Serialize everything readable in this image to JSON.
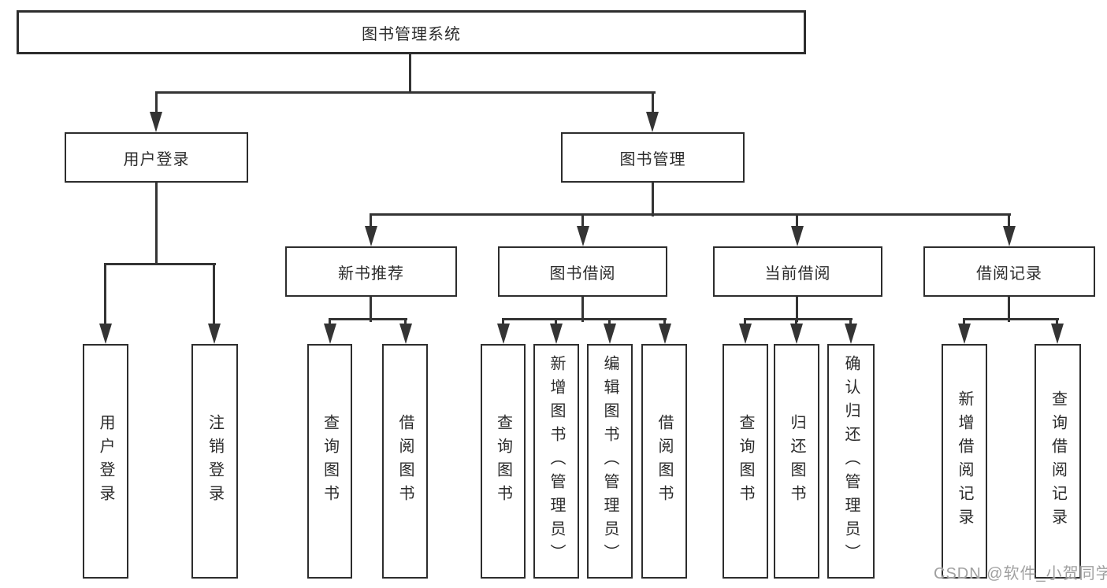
{
  "tree": {
    "root": {
      "label": "图书管理系统"
    },
    "branches": [
      {
        "label": "用户登录",
        "leaves": [
          "用户登录",
          "注销登录"
        ]
      },
      {
        "label": "图书管理",
        "groups": [
          {
            "label": "新书推荐",
            "leaves": [
              "查询图书",
              "借阅图书"
            ]
          },
          {
            "label": "图书借阅",
            "leaves": [
              "查询图书",
              "新增图书（管理员）",
              "编辑图书（管理员）",
              "借阅图书"
            ]
          },
          {
            "label": "当前借阅",
            "leaves": [
              "查询图书",
              "归还图书",
              "确认归还（管理员）"
            ]
          },
          {
            "label": "借阅记录",
            "leaves": [
              "新增借阅记录",
              "查询借阅记录"
            ]
          }
        ]
      }
    ]
  },
  "watermark": {
    "text": "CSDN @软件_小贺同学"
  },
  "colors": {
    "line": "#343434",
    "border": "#2d2d2d",
    "text": "#2b2b2b",
    "background": "#ffffff",
    "watermark": "#a0a0a0"
  }
}
